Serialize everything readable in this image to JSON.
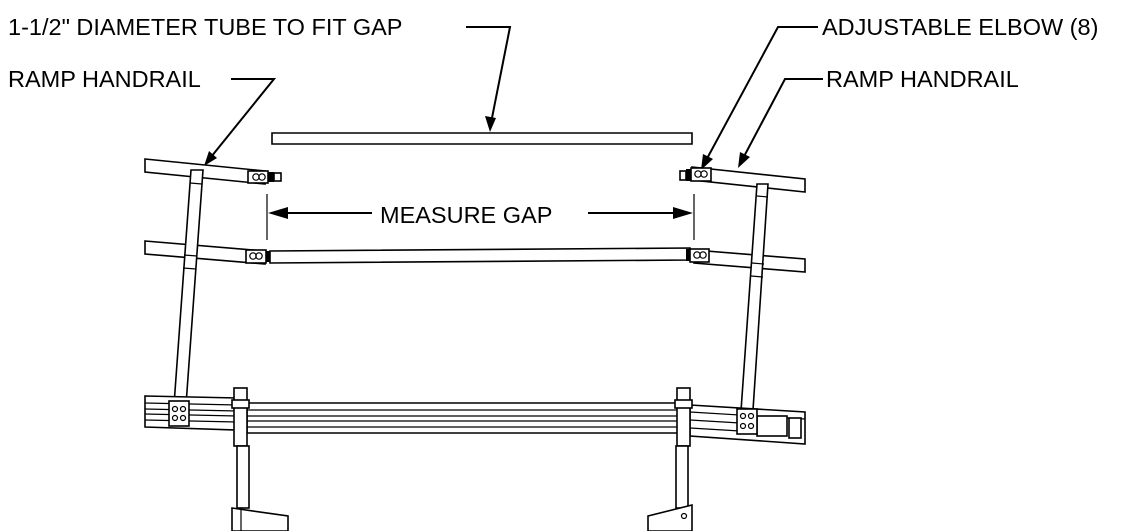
{
  "callouts": {
    "tube": "1-1/2\" DIAMETER TUBE TO FIT GAP",
    "elbow": "ADJUSTABLE ELBOW (8)",
    "handrail_left": "RAMP HANDRAIL",
    "handrail_right": "RAMP HANDRAIL",
    "measure_gap": "MEASURE GAP"
  },
  "colors": {
    "line": "#000000",
    "background": "#ffffff"
  }
}
